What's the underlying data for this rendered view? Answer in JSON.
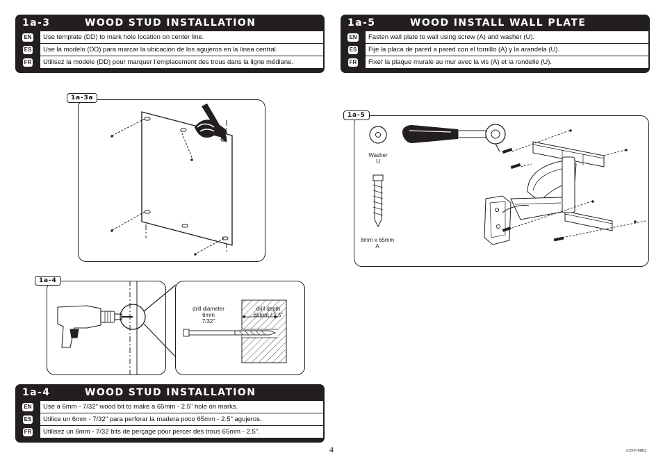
{
  "steps": {
    "s1a3": {
      "number": "1a-3",
      "title": "WOOD STUD INSTALLATION",
      "rows": [
        {
          "lang": "EN",
          "text": "Use template (DD) to mark hole location on center line."
        },
        {
          "lang": "ES",
          "text": "Use la modelo (DD) para marcar la ubicación de los agujeros en la línea central."
        },
        {
          "lang": "FR",
          "text": "Utilisez la modele (DD) pour marquer l’emplacement des trous dans la ligne médiane."
        }
      ]
    },
    "s1a5": {
      "number": "1a-5",
      "title": "WOOD INSTALL WALL PLATE",
      "rows": [
        {
          "lang": "EN",
          "text": "Fasten wall plate to wall using screw (A) and washer (U)."
        },
        {
          "lang": "ES",
          "text": "Fije la placa de pared a pared con el tornillo (A) y la arandela (U)."
        },
        {
          "lang": "FR",
          "text": "Fixer la plaque murale au mur avec la vis (A) et la rondelle (U)."
        }
      ]
    },
    "s1a4": {
      "number": "1a-4",
      "title": "WOOD STUD INSTALLATION",
      "rows": [
        {
          "lang": "EN",
          "text": "Use a 6mm - 7/32\" wood bit to make a 65mm - 2.5\" hole on marks."
        },
        {
          "lang": "ES",
          "text": "Utilice un 6mm - 7/32\" para perforar la madera poco 65mm - 2.5\" agujeros."
        },
        {
          "lang": "FR",
          "text": "Utilisez un 6mm - 7/32 bits de perçage pour percer des trous 65mm - 2.5\"."
        }
      ]
    }
  },
  "figures": {
    "fig_1a3a": {
      "tag": "1a-3a"
    },
    "fig_1a4": {
      "tag": "1a-4",
      "drill_diameter": "drill diameter",
      "drill_diameter_mm": "6mm",
      "drill_diameter_in": "7/32\"",
      "drill_depth": "drill depth",
      "drill_depth_value": "65mm / 2.5\""
    },
    "fig_1a5": {
      "tag": "1a-5",
      "washer_name": "Washer",
      "washer_code": "U",
      "screw_size": "8mm x 65mm",
      "screw_code": "A"
    }
  },
  "footer": {
    "page_number": "4",
    "doc_code": "A55V-0002"
  }
}
